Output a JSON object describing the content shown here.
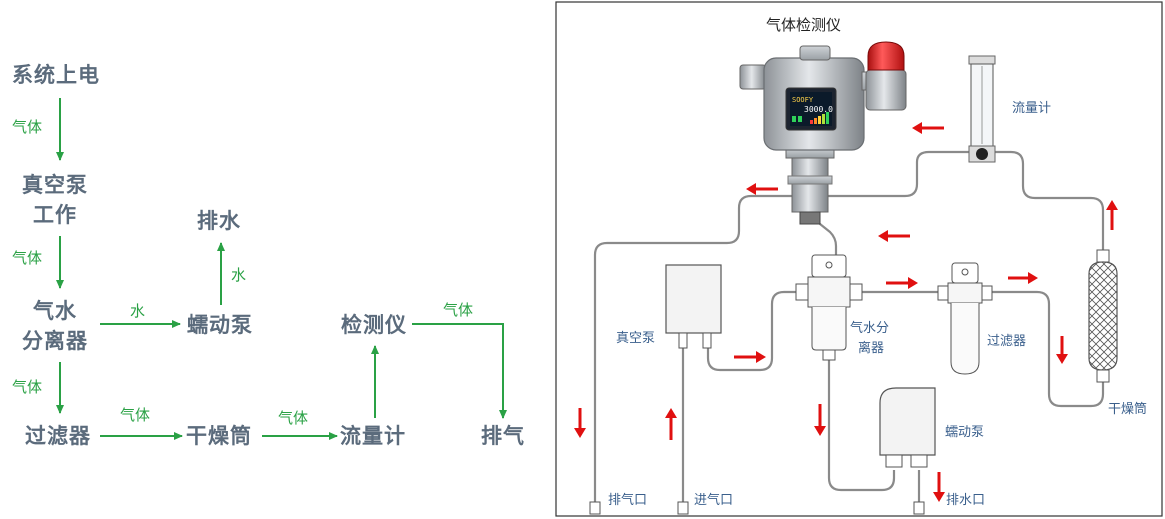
{
  "flowchart": {
    "nodes": {
      "power_on": "系统上电",
      "vacuum_pump_line1": "真空泵",
      "vacuum_pump_line2": "工作",
      "drain_water": "排水",
      "separator_line1": "气水",
      "separator_line2": "分离器",
      "peristaltic_pump": "蠕动泵",
      "detector": "检测仪",
      "filter": "过滤器",
      "dryer": "干燥筒",
      "flowmeter": "流量计",
      "exhaust": "排气"
    },
    "edge_labels": {
      "gas1": "气体",
      "gas2": "气体",
      "gas3": "气体",
      "water1": "水",
      "water2": "水",
      "gas4": "气体",
      "gas5": "气体",
      "gas6": "气体"
    }
  },
  "schematic": {
    "title": "气体检测仪",
    "flowmeter": "流量计",
    "vacuum_pump": "真空泵",
    "separator_line1": "气水分",
    "separator_line2": "离器",
    "filter": "过滤器",
    "dryer": "干燥筒",
    "peristaltic_pump": "蠕动泵",
    "exhaust_port": "排气口",
    "inlet_port": "进气口",
    "drain_port": "排水口",
    "display_reading": "3000.0",
    "display_brand": "SOOFY"
  },
  "colors": {
    "flow_arrow": "#2aa145",
    "node_text": "#5b6b7c",
    "red_arrow": "#e01010",
    "pipe": "#8a8a8a"
  }
}
